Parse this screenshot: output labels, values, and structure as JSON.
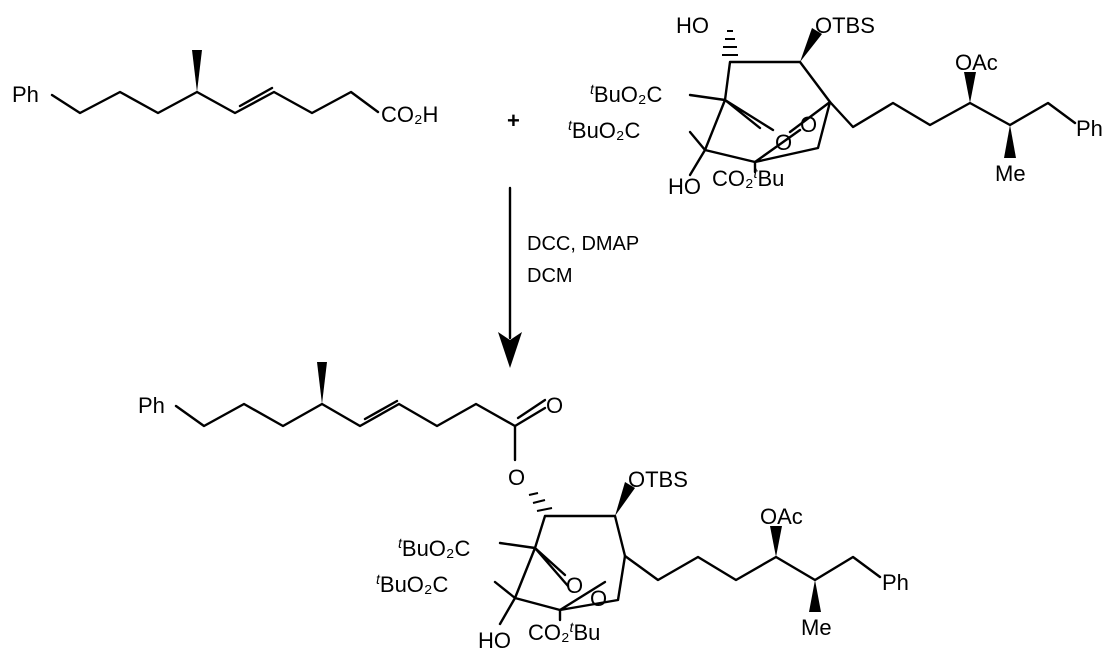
{
  "scheme": {
    "reagents": [
      "DCC, DMAP",
      "DCM"
    ],
    "plus_sign": "+"
  },
  "labels": {
    "ph": "Ph",
    "co2h": "CO₂H",
    "ho": "HO",
    "otbs": "OTBS",
    "oac": "OAc",
    "me": "Me",
    "o": "O",
    "tbu_ester_left_super": "t",
    "tbu_ester_left_text": "BuO₂C",
    "tbu_ester_right_text": "CO₂",
    "tbu_ester_right_super": "t",
    "tbu_ester_right_tail": "Bu"
  }
}
